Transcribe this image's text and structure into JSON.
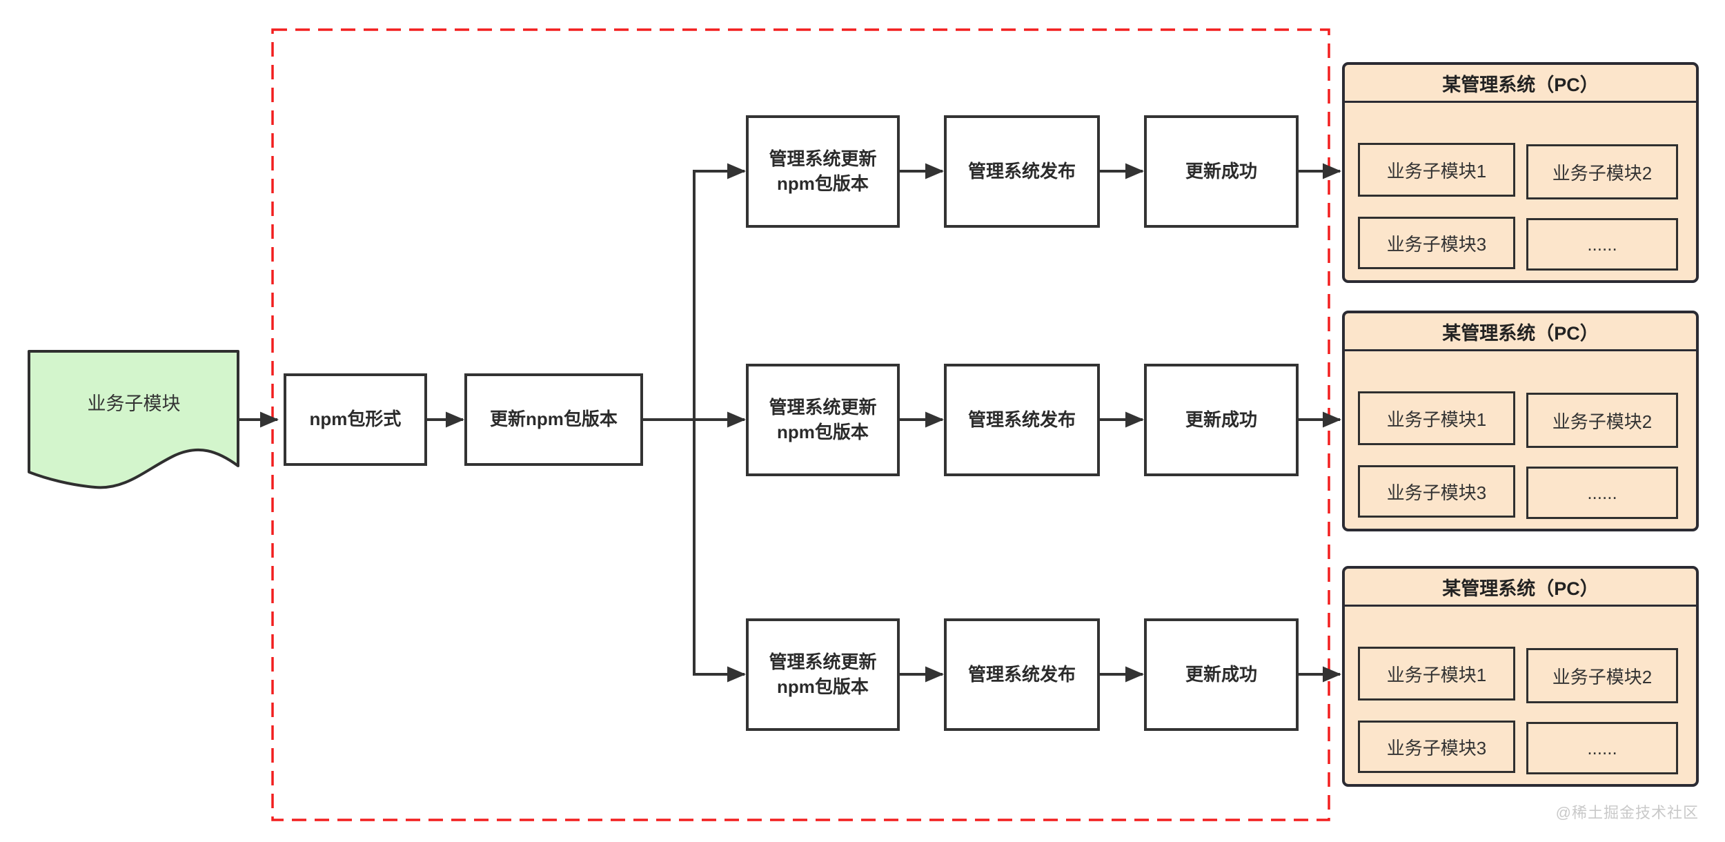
{
  "diagram": {
    "source_doc": {
      "label": "业务子模块"
    },
    "steps": {
      "npm_form": "npm包形式",
      "update_version": "更新npm包版本"
    },
    "branches": [
      {
        "update_node": "管理系统更新\nnpm包版本",
        "publish_node": "管理系统发布",
        "success_node": "更新成功"
      },
      {
        "update_node": "管理系统更新\nnpm包版本",
        "publish_node": "管理系统发布",
        "success_node": "更新成功"
      },
      {
        "update_node": "管理系统更新\nnpm包版本",
        "publish_node": "管理系统发布",
        "success_node": "更新成功"
      }
    ],
    "panels": [
      {
        "title": "某管理系统（PC）",
        "modules": [
          "业务子模块1",
          "业务子模块2",
          "业务子模块3",
          "......"
        ]
      },
      {
        "title": "某管理系统（PC）",
        "modules": [
          "业务子模块1",
          "业务子模块2",
          "业务子模块3",
          "......"
        ]
      },
      {
        "title": "某管理系统（PC）",
        "modules": [
          "业务子模块1",
          "业务子模块2",
          "业务子模块3",
          "......"
        ]
      }
    ],
    "watermark": "@稀土掘金技术社区",
    "colors": {
      "dashed_boundary": "#f21f1f",
      "document_fill": "#d3f5cc",
      "panel_fill": "#fce5cb",
      "line": "#333333",
      "node_fill": "#ffffff"
    }
  }
}
